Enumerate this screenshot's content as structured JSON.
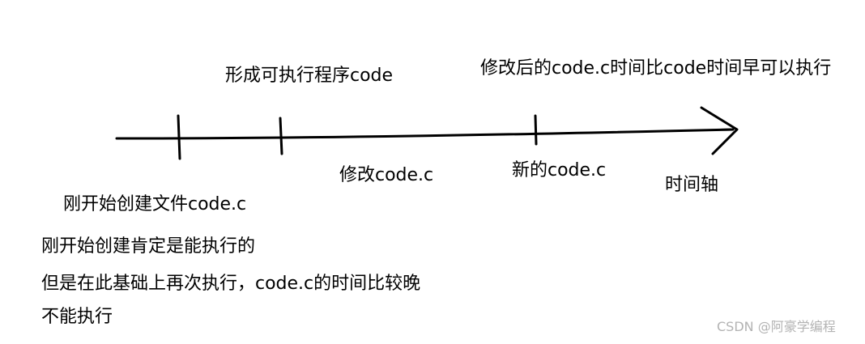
{
  "colors": {
    "ink": "#000000",
    "watermark": "#b3b3b3",
    "background": "#ffffff"
  },
  "labels": {
    "form_executable": "形成可执行程序code",
    "modified_compare": "修改后的code.c时间比code时间早可以执行",
    "modify_code": "修改code.c",
    "new_code": "新的code.c",
    "timeline": "时间轴",
    "create_file": "刚开始创建文件code.c"
  },
  "notes": [
    "刚开始创建肯定是能执行的",
    "但是在此基础上再次执行，code.c的时间比较晚",
    "不能执行"
  ],
  "watermark": "CSDN @阿豪学编程"
}
